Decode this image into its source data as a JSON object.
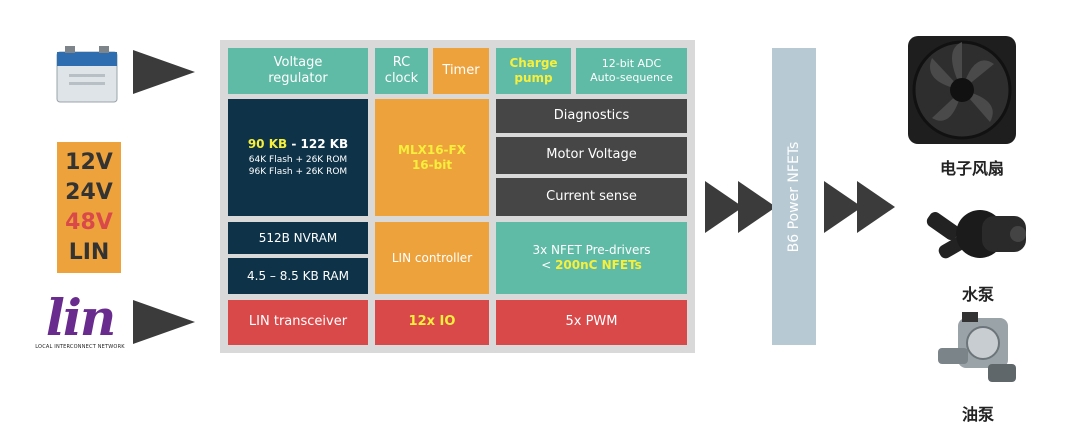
{
  "chip": {
    "voltage_regulator": "Voltage\nregulator",
    "rc_clock": "RC\nclock",
    "timer": "Timer",
    "charge_pump": "Charge\npump",
    "adc": "12-bit ADC\nAuto-sequence",
    "memory": {
      "main_hl": "90 KB",
      "main_rest": " - 122 KB",
      "line1": "64K Flash + 26K ROM",
      "line2": "96K Flash + 26K ROM"
    },
    "cpu": "MLX16-FX\n16-bit",
    "diagnostics": "Diagnostics",
    "motor_voltage": "Motor Voltage",
    "current_sense": "Current sense",
    "nvram": "512B NVRAM",
    "ram": "4.5 – 8.5 KB RAM",
    "lin_controller": "LIN controller",
    "predrivers_line1": "3x NFET Pre-drivers",
    "predrivers_line2_prefix": "< ",
    "predrivers_line2_hl": "200nC NFETs",
    "lin_transceiver": "LIN transceiver",
    "io": "12x IO",
    "pwm": "5x PWM"
  },
  "power_nfets": "B6 Power NFETs",
  "voltages": [
    "12V",
    "24V",
    "48V",
    "LIN"
  ],
  "lin_logo": {
    "text": "lin",
    "caption": "LOCAL INTERCONNECT NETWORK"
  },
  "loads": [
    "电子风扇",
    "水泵",
    "油泵"
  ],
  "colors": {
    "teal": "#5fbba6",
    "navy": "#0e3349",
    "orange": "#eda23c",
    "gray": "#464646",
    "red": "#d9494a",
    "highlight": "#f7ef3c",
    "nfet_bar": "#b7cad4"
  }
}
